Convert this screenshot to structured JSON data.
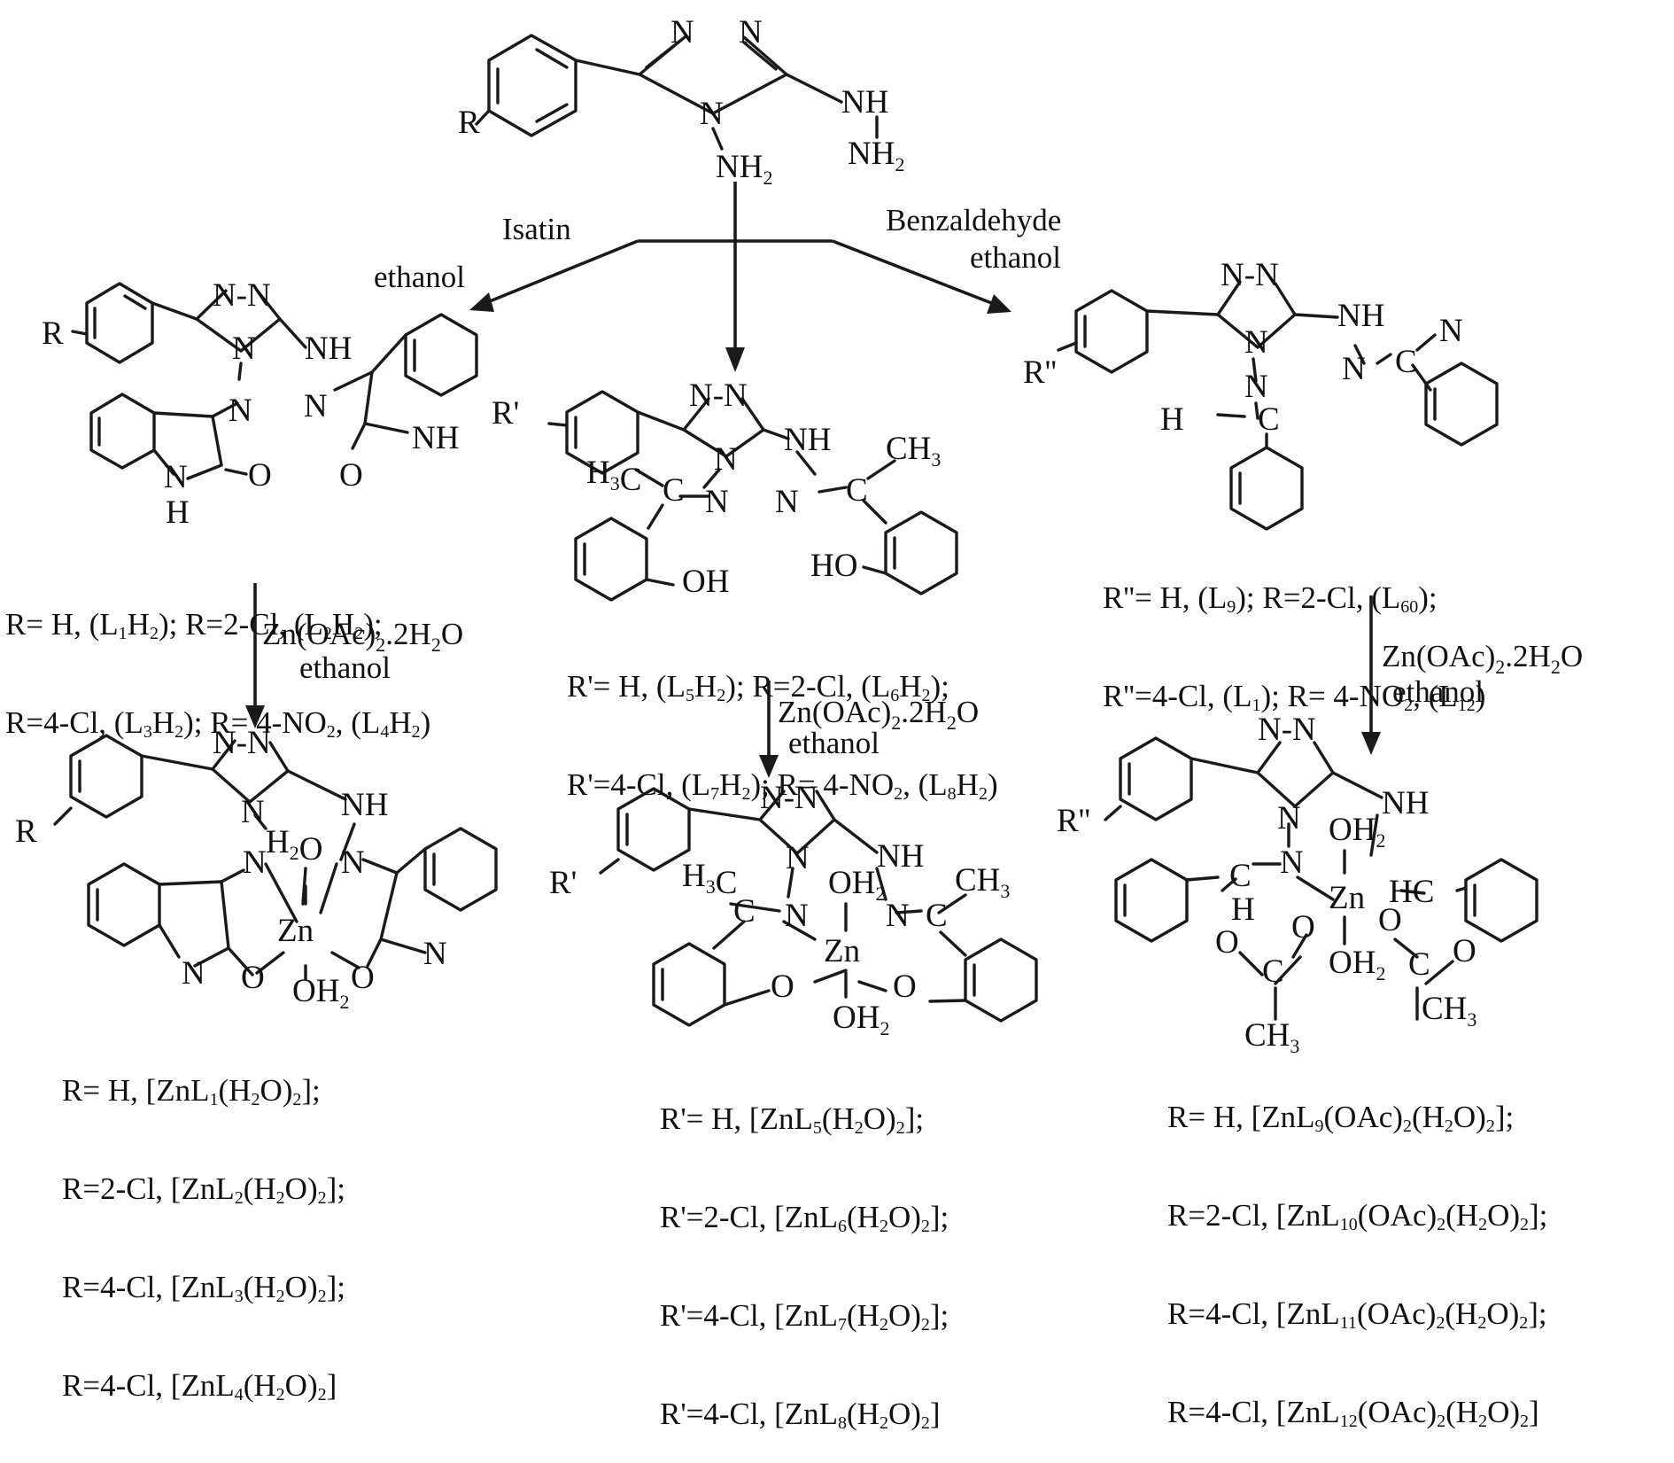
{
  "starting_material": {
    "ring_atoms": {
      "n_left": "N",
      "n_right": "N",
      "n_bottom": "N"
    },
    "substituent": "R",
    "hydrazino": {
      "nh": "NH",
      "nh2": "NH2"
    },
    "amino": "NH2"
  },
  "reagents": {
    "isatin": "Isatin",
    "benzaldehyde": "Benzaldehyde",
    "ethanol": "ethanol",
    "zinc": "Zn(OAc)2.2H2O"
  },
  "products": {
    "isatin_ligand": {
      "atoms": {
        "r": "R",
        "nh": "NH",
        "nh_lactam": "NH",
        "h": "H",
        "o1": "O",
        "o2": "O"
      },
      "caption": [
        "R= H, (L1H2); R=2-Cl, (L2H2);",
        "R=4-Cl, (L3H2); R= 4-NO2, (L4H2)"
      ]
    },
    "hydroxy_ligand": {
      "atoms": {
        "r": "R'",
        "nh": "NH",
        "h3c": "H3C",
        "ch3": "CH3",
        "c1": "C",
        "c2": "C",
        "oh": "OH",
        "ho": "HO"
      },
      "caption": [
        "R'= H, (L5H2); R=2-Cl, (L6H2);",
        "R'=4-Cl, (L7H2); R= 4-NO2, (L8H2)"
      ]
    },
    "benzylidene_ligand": {
      "atoms": {
        "r": "R''",
        "nh": "NH",
        "h": "H",
        "c1": "C",
        "c2": "C"
      },
      "caption": [
        "R''= H, (L9); R=2-Cl, (L60);",
        "R''=4-Cl, (L1); R= 4-NO2, (L12)"
      ]
    }
  },
  "complexes": {
    "isatin_complex": {
      "atoms": {
        "r": "R",
        "nh": "NH",
        "zn": "Zn",
        "h2o": "H2O",
        "oh2": "OH2"
      },
      "caption": [
        "R= H, [ZnL1(H2O)2];",
        "R=2-Cl, [ZnL2(H2O)2];",
        "R=4-Cl, [ZnL3(H2O)2];",
        "R=4-Cl, [ZnL4(H2O)2]"
      ]
    },
    "hydroxy_complex": {
      "atoms": {
        "r": "R'",
        "nh": "NH",
        "zn": "Zn",
        "oh2_top": "OH2",
        "oh2_bottom": "OH2",
        "h3c": "H3C",
        "ch3": "CH3",
        "c1": "C",
        "c2": "C"
      },
      "caption": [
        "R'= H, [ZnL5(H2O)2];",
        "R'=2-Cl, [ZnL6(H2O)2];",
        "R'=4-Cl, [ZnL7(H2O)2];",
        "R'=4-Cl, [ZnL8(H2O)2]"
      ]
    },
    "benzylidene_complex": {
      "atoms": {
        "r": "R''",
        "nh": "NH",
        "zn": "Zn",
        "oh2_top": "OH2",
        "oh2_bottom": "OH2",
        "hc": "HC",
        "ch3_left": "CH3",
        "ch3_right": "CH3"
      },
      "caption": [
        "R= H, [ZnL9(OAc)2(H2O)2];",
        "R=2-Cl, [ZnL10(OAc)2(H2O)2];",
        "R=4-Cl, [ZnL11(OAc)2(H2O)2];",
        "R=4-Cl, [ZnL12(OAc)2(H2O)2]"
      ]
    }
  }
}
